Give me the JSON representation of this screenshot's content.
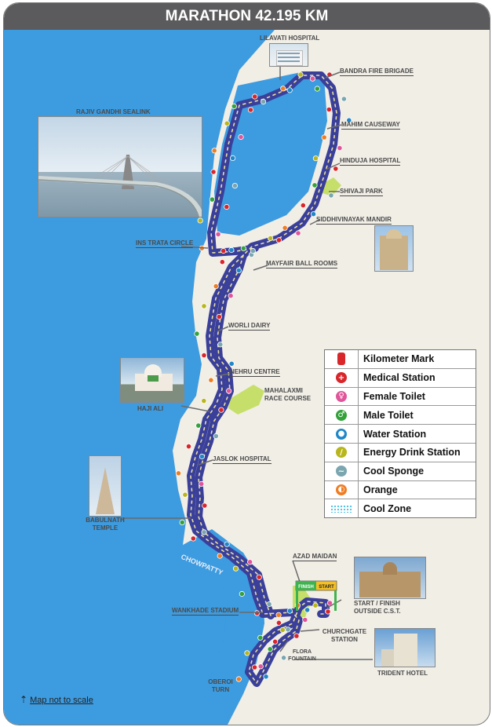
{
  "title": "MARATHON 42.195 KM",
  "colors": {
    "sea": "#3d9be0",
    "land": "#f1eee6",
    "route": "#3a3f9a",
    "park": "#c6df6a",
    "title_bg": "#5b5b5d"
  },
  "landmarks": {
    "lilavati": "LILAVATI HOSPITAL",
    "bandra": "BANDRA FIRE BRIGADE",
    "mahim": "MAHIM CAUSEWAY",
    "hinduja": "HINDUJA HOSPITAL",
    "shivaji": "SHIVAJI PARK",
    "siddhivinayak": "SIDDHIVINAYAK MANDIR",
    "sealink": "RAJIV GANDHI SEALINK",
    "ins_trata": "INS TRATA CIRCLE",
    "mayfair": "MAYFAIR BALL ROOMS",
    "worli": "WORLI DAIRY",
    "nehru": "NEHRU CENTRE",
    "mahalaxmi": "MAHALAXMI RACE COURSE",
    "haji_ali": "HAJI ALI",
    "jaslok": "JASLOK HOSPITAL",
    "babulnath": "BABULNATH TEMPLE",
    "chowpatty": "CHOWPATTY",
    "azad": "AZAD MAIDAN",
    "start_finish": "START / FINISH OUTSIDE C.S.T.",
    "wankhade": "WANKHADE STADIUM",
    "churchgate": "CHURCHGATE STATION",
    "flora": "FLORA FOUNTAIN",
    "trident": "TRIDENT HOTEL",
    "oberoi": "OBEROI TURN"
  },
  "start_banner": {
    "finish": "FINISH",
    "start": "START"
  },
  "legend": [
    {
      "icon": "kilometer-mark-icon",
      "label": "Kilometer Mark",
      "color": "#d8262b"
    },
    {
      "icon": "medical-station-icon",
      "label": "Medical Station",
      "color": "#d8262b"
    },
    {
      "icon": "female-toilet-icon",
      "label": "Female Toilet",
      "color": "#e0559a"
    },
    {
      "icon": "male-toilet-icon",
      "label": "Male Toilet",
      "color": "#33a23a"
    },
    {
      "icon": "water-station-icon",
      "label": "Water Station",
      "color": "#1f87c8"
    },
    {
      "icon": "energy-drink-icon",
      "label": "Energy Drink Station",
      "color": "#b8b61c"
    },
    {
      "icon": "cool-sponge-icon",
      "label": "Cool Sponge",
      "color": "#7aa6b0"
    },
    {
      "icon": "orange-icon",
      "label": "Orange",
      "color": "#ef7d22"
    },
    {
      "icon": "cool-zone-icon",
      "label": "Cool Zone",
      "color": "#4cc0e6"
    }
  ],
  "note": "Map not to scale"
}
